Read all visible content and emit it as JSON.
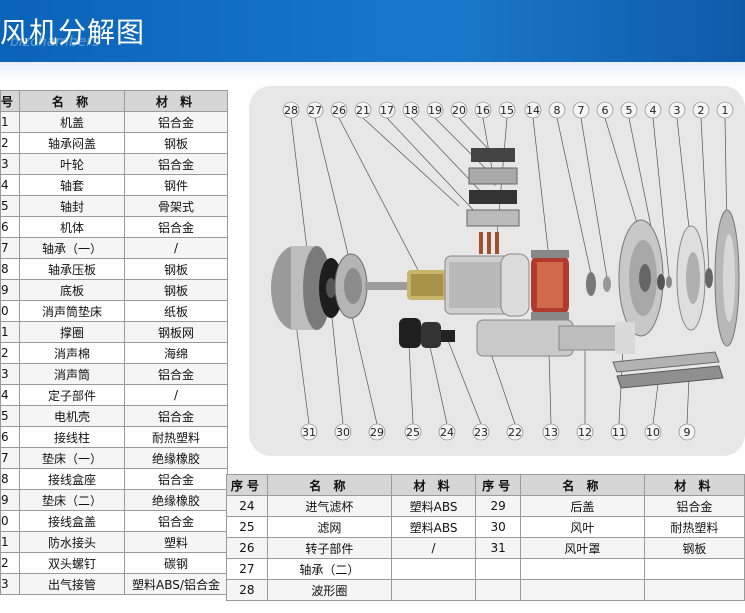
{
  "header": {
    "title": "风机分解图",
    "watermark": "bizchambers"
  },
  "left_table": {
    "headers": [
      "号",
      "名  称",
      "材  料"
    ],
    "rows": [
      [
        "1",
        "机盖",
        "铝合金"
      ],
      [
        "2",
        "轴承闷盖",
        "钢板"
      ],
      [
        "3",
        "叶轮",
        "铝合金"
      ],
      [
        "4",
        "轴套",
        "钢件"
      ],
      [
        "5",
        "轴封",
        "骨架式"
      ],
      [
        "6",
        "机体",
        "铝合金"
      ],
      [
        "7",
        "轴承（一）",
        "/"
      ],
      [
        "8",
        "轴承压板",
        "钢板"
      ],
      [
        "9",
        "底板",
        "钢板"
      ],
      [
        "0",
        "消声筒垫床",
        "纸板"
      ],
      [
        "1",
        "撑圈",
        "钢板网"
      ],
      [
        "2",
        "消声棉",
        "海绵"
      ],
      [
        "3",
        "消声筒",
        "铝合金"
      ],
      [
        "4",
        "定子部件",
        "/"
      ],
      [
        "5",
        "电机壳",
        "铝合金"
      ],
      [
        "6",
        "接线柱",
        "耐热塑料"
      ],
      [
        "7",
        "垫床（一）",
        "绝缘橡胶"
      ],
      [
        "8",
        "接线盒座",
        "铝合金"
      ],
      [
        "9",
        "垫床（二）",
        "绝缘橡胶"
      ],
      [
        "0",
        "接线盒盖",
        "铝合金"
      ],
      [
        "1",
        "防水接头",
        "塑料"
      ],
      [
        "2",
        "双头螺钉",
        "碳钢"
      ],
      [
        "3",
        "出气接管",
        "塑料ABS/铝合金"
      ]
    ]
  },
  "bottom_table": {
    "headers": [
      "序号",
      "名  称",
      "材  料",
      "序号",
      "名  称",
      "材  料"
    ],
    "rows": [
      [
        "24",
        "进气滤杯",
        "塑料ABS",
        "29",
        "后盖",
        "铝合金"
      ],
      [
        "25",
        "滤网",
        "塑料ABS",
        "30",
        "风叶",
        "耐热塑料"
      ],
      [
        "26",
        "转子部件",
        "/",
        "31",
        "风叶罩",
        "钢板"
      ],
      [
        "27",
        "轴承（二）",
        "",
        "",
        "",
        ""
      ],
      [
        "28",
        "波形圈",
        "",
        "",
        "",
        ""
      ]
    ]
  },
  "diagram": {
    "top_labels": [
      "28",
      "27",
      "26",
      "21",
      "17",
      "18",
      "19",
      "20",
      "16",
      "15",
      "14",
      "8",
      "7",
      "6",
      "5",
      "4",
      "3",
      "2",
      "1"
    ],
    "bottom_labels": [
      "31",
      "30",
      "29",
      "25",
      "24",
      "23",
      "22",
      "13",
      "12",
      "11",
      "10",
      "9"
    ]
  }
}
